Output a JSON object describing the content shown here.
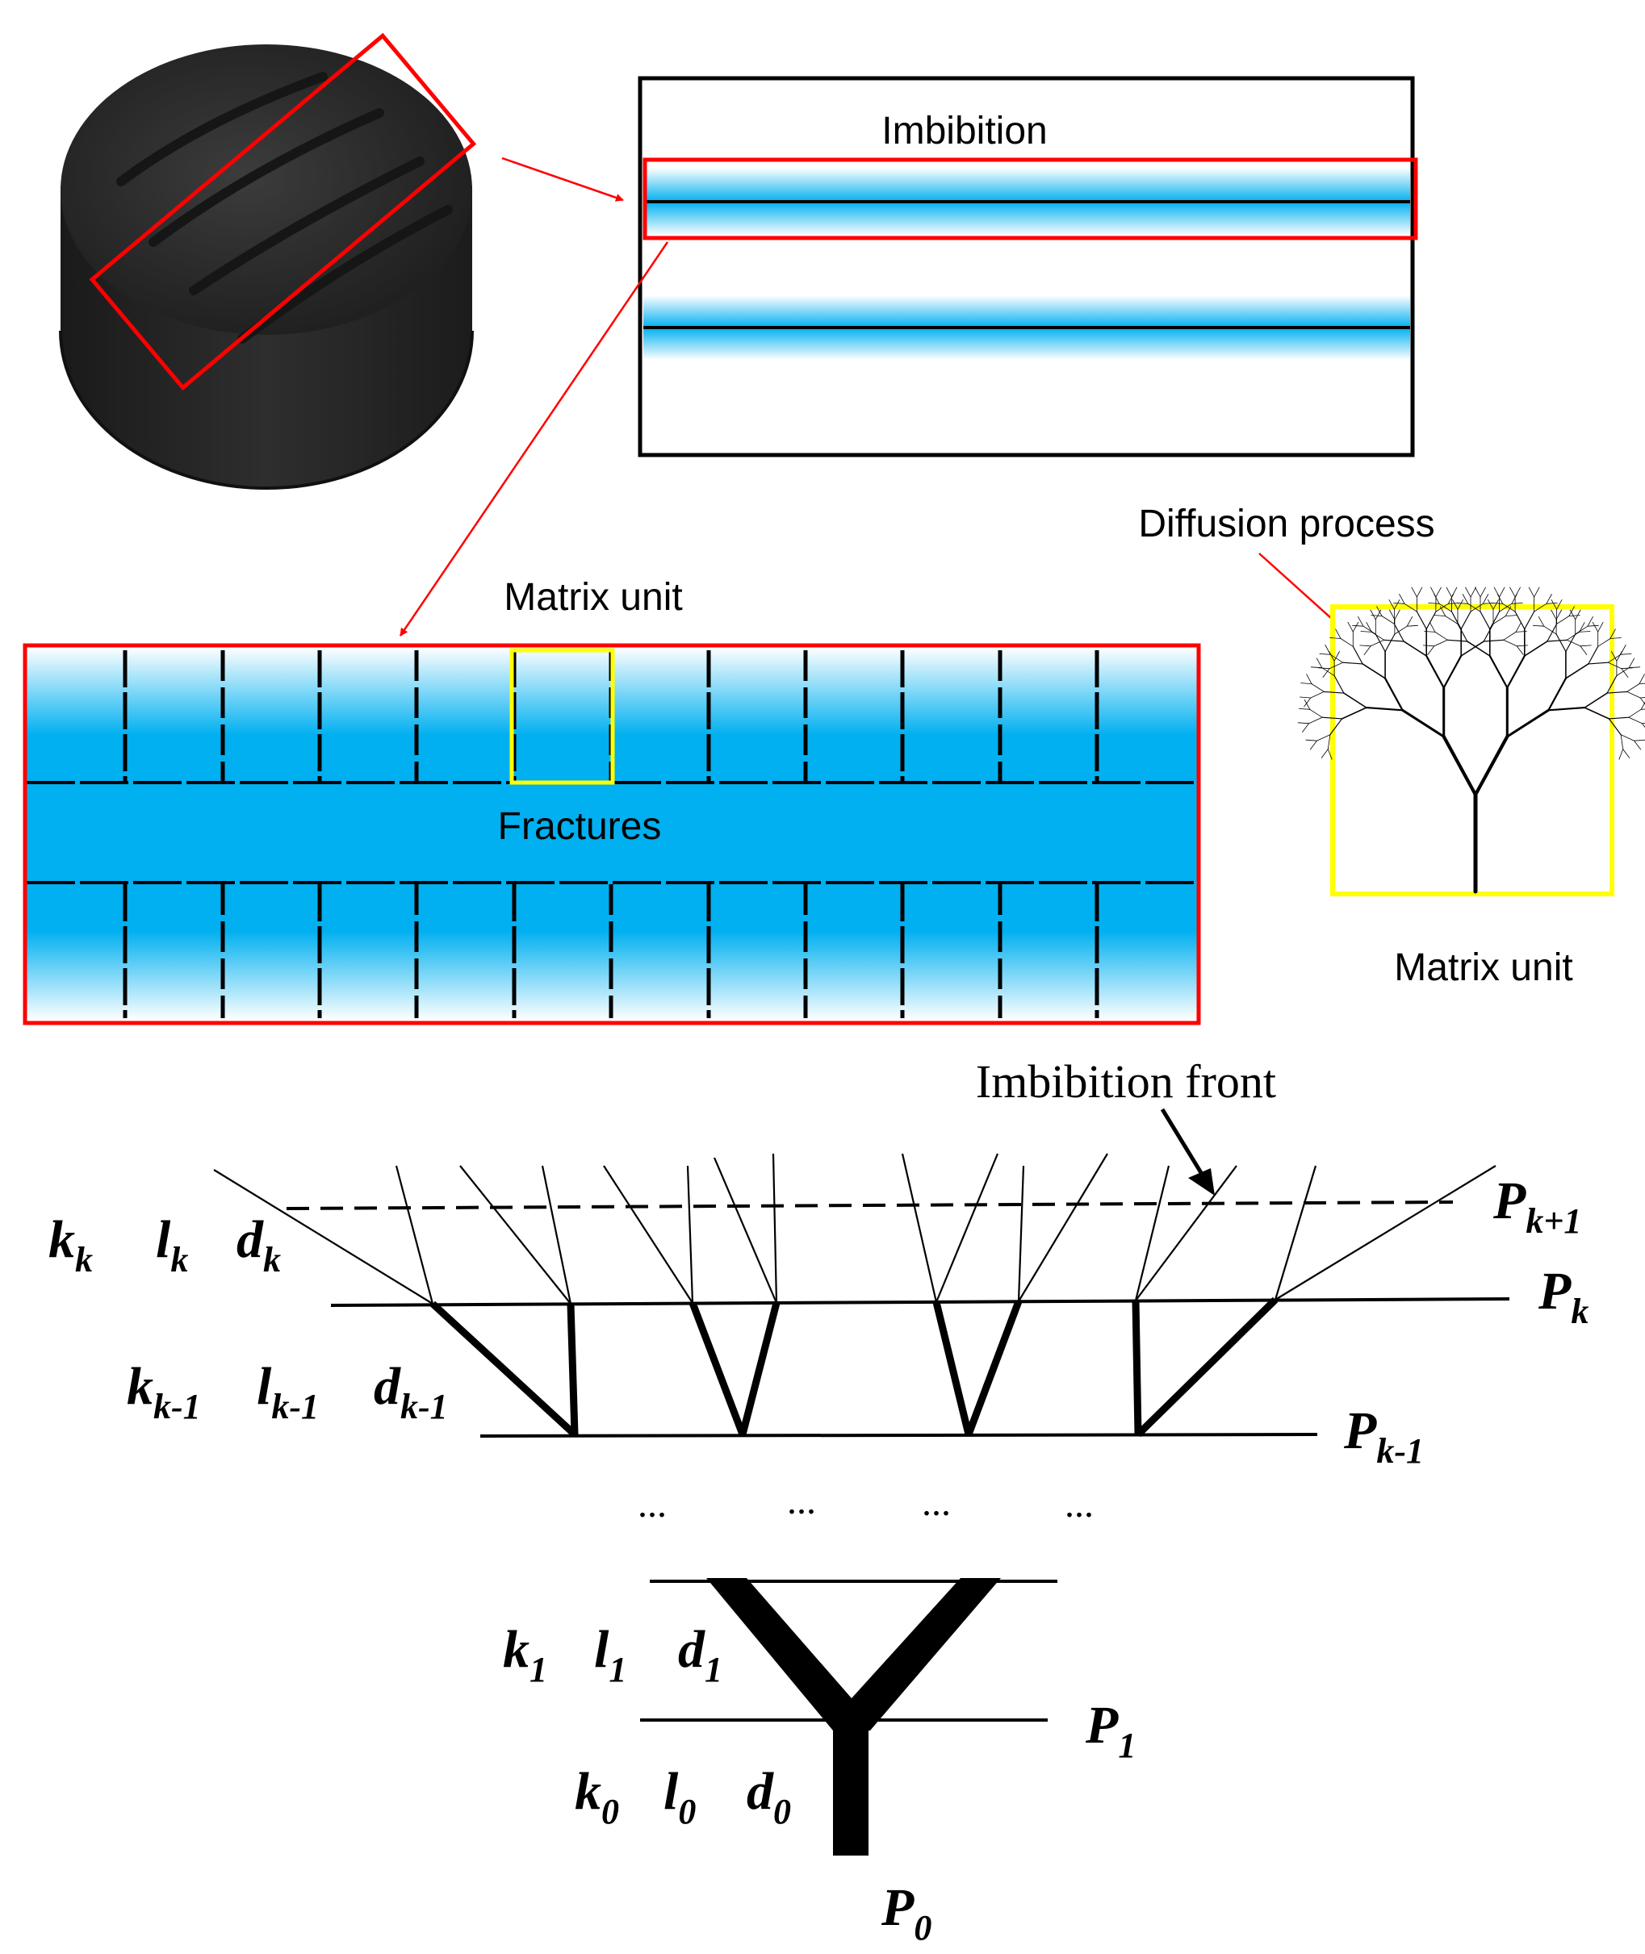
{
  "labels": {
    "imbibition": "Imbibition",
    "diffusion_process": "Diffusion process",
    "matrix_unit_top": "Matrix unit",
    "fractures": "Fractures",
    "matrix_unit_right": "Matrix unit",
    "imbibition_front": "Imbibition  front"
  },
  "levels": {
    "P_k_plus_1": {
      "main": "P",
      "sub": "k+1"
    },
    "P_k": {
      "main": "P",
      "sub": "k"
    },
    "P_k_minus_1": {
      "main": "P",
      "sub": "k-1"
    },
    "P_1": {
      "main": "P",
      "sub": "1"
    },
    "P_0": {
      "main": "P",
      "sub": "0"
    }
  },
  "params": {
    "row_k": [
      {
        "main": "k",
        "sub": "k"
      },
      {
        "main": "l",
        "sub": "k"
      },
      {
        "main": "d",
        "sub": "k"
      }
    ],
    "row_k_minus_1": [
      {
        "main": "k",
        "sub": "k-1"
      },
      {
        "main": "l",
        "sub": "k-1"
      },
      {
        "main": "d",
        "sub": "k-1"
      }
    ],
    "row_1": [
      {
        "main": "k",
        "sub": "1"
      },
      {
        "main": "l",
        "sub": "1"
      },
      {
        "main": "d",
        "sub": "1"
      }
    ],
    "row_0": [
      {
        "main": "k",
        "sub": "0"
      },
      {
        "main": "l",
        "sub": "0"
      },
      {
        "main": "d",
        "sub": "0"
      }
    ]
  },
  "ellipses": [
    "...",
    "...",
    "...",
    "..."
  ],
  "colors": {
    "highlight_red": "#ff0000",
    "highlight_yellow": "#ffff00",
    "fracture_blue": "#00b0f0",
    "rock_dark": "#2a2a2a",
    "line_black": "#000000"
  }
}
